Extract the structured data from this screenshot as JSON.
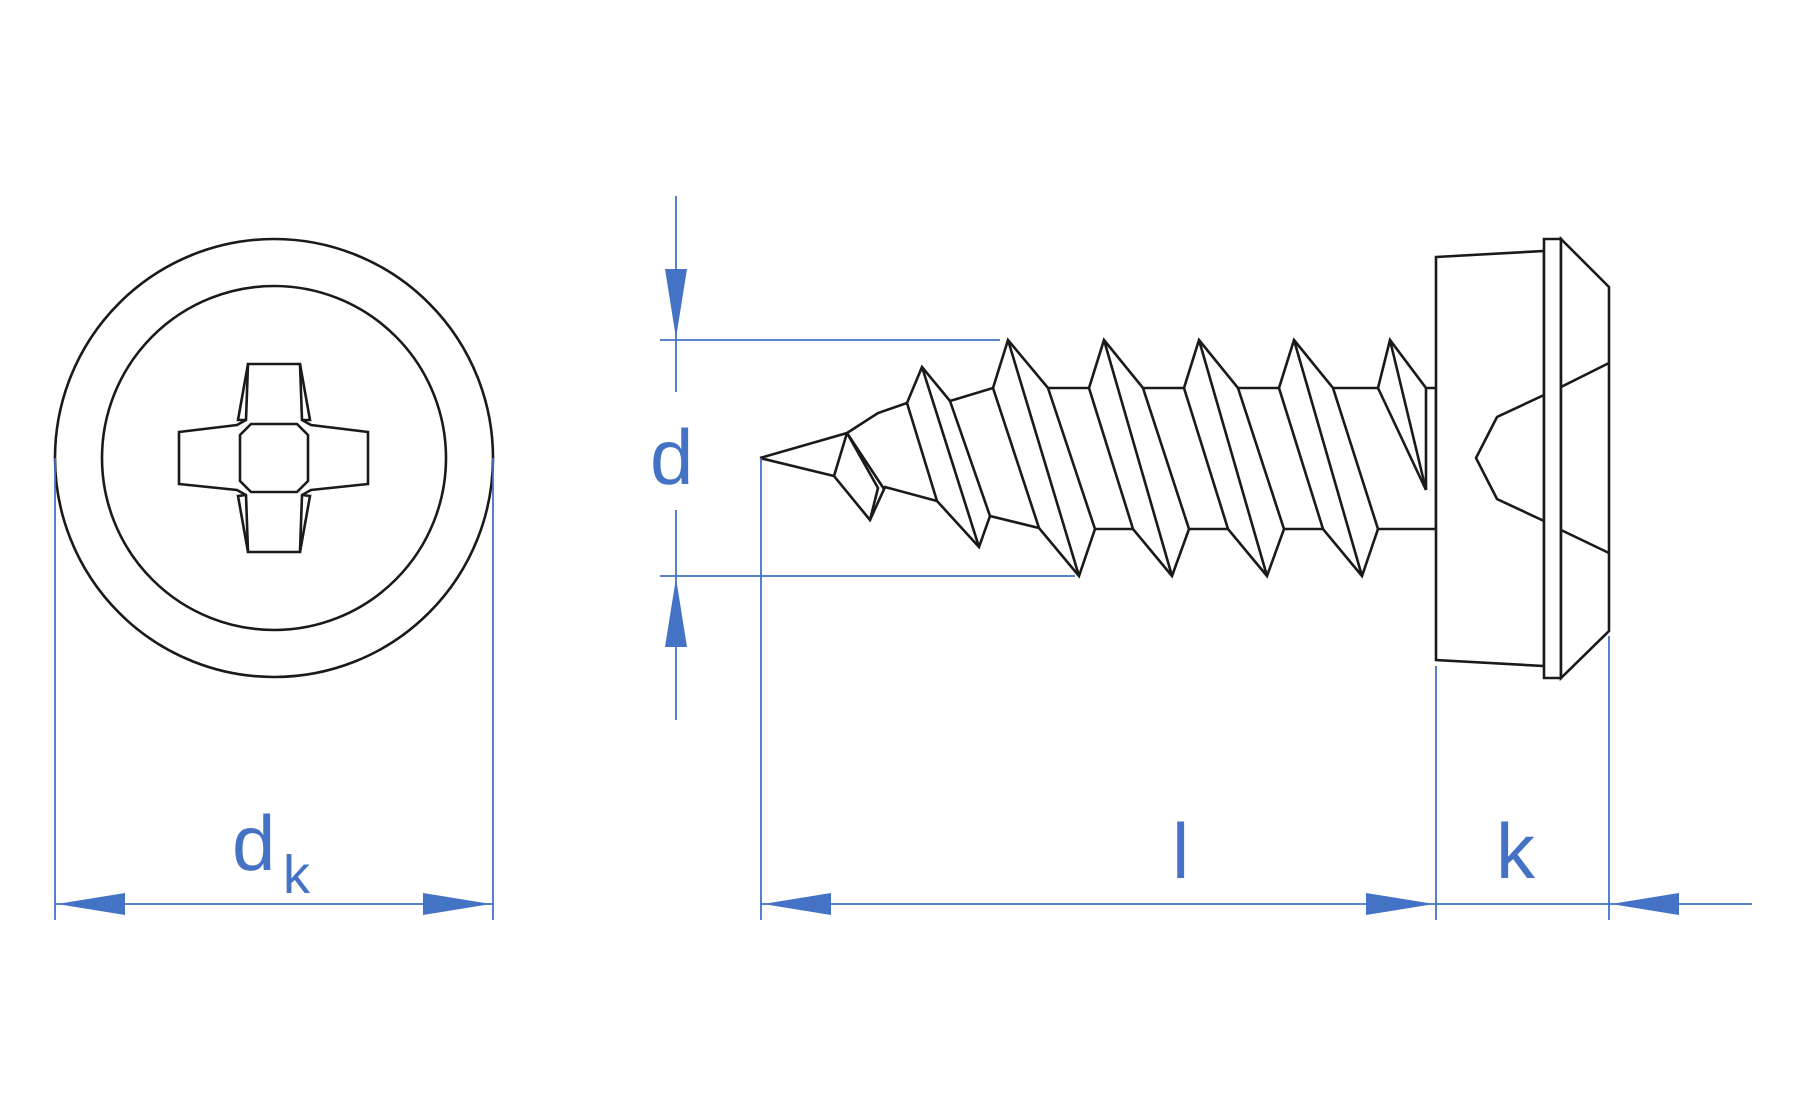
{
  "colors": {
    "dimension": "#4472C4",
    "outline": "#1a1a1a",
    "background": "#ffffff"
  },
  "labels": {
    "head_diameter_main": "d",
    "head_diameter_sub": "k",
    "thread_diameter": "d",
    "length": "l",
    "head_height": "k"
  }
}
